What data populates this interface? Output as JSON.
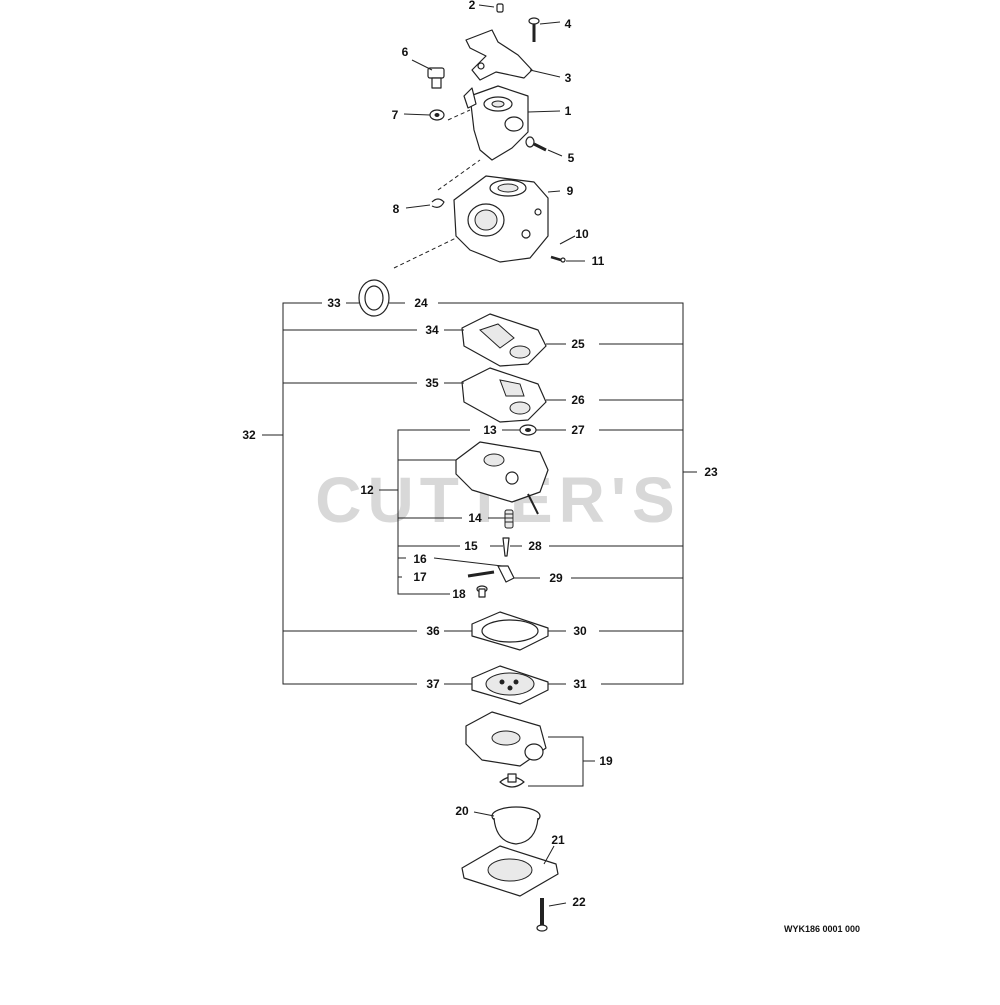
{
  "diagram": {
    "watermark": "CUTTER'S",
    "drawing_code": "WYK186 0001 000",
    "part_numbers": {
      "p1": "1",
      "p2": "2",
      "p3": "3",
      "p4": "4",
      "p5": "5",
      "p6": "6",
      "p7": "7",
      "p8": "8",
      "p9": "9",
      "p10": "10",
      "p11": "11",
      "p12": "12",
      "p13": "13",
      "p14": "14",
      "p15": "15",
      "p16": "16",
      "p17": "17",
      "p18": "18",
      "p19": "19",
      "p20": "20",
      "p21": "21",
      "p22": "22",
      "p23": "23",
      "p24": "24",
      "p25": "25",
      "p26": "26",
      "p27": "27",
      "p28": "28",
      "p29": "29",
      "p30": "30",
      "p31": "31",
      "p32": "32",
      "p33": "33",
      "p34": "34",
      "p35": "35",
      "p36": "36",
      "p37": "37"
    }
  }
}
